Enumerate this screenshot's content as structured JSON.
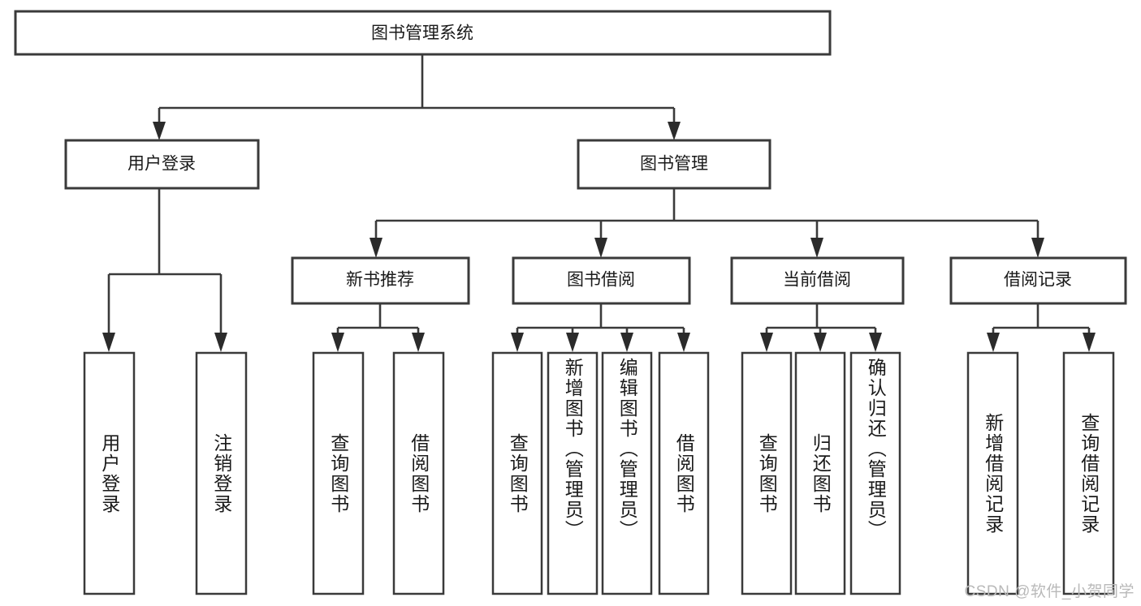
{
  "diagram": {
    "title": "图书管理系统",
    "type": "hierarchy-tree",
    "watermark": "CSDN @软件_小贺同学",
    "colors": {
      "box_stroke": "#3a3a3a",
      "box_fill": "#ffffff",
      "connector": "#3a3a3a",
      "text": "#1a1a1a",
      "watermark": "#b9b9b9",
      "background": "#ffffff"
    },
    "root": {
      "label": "图书管理系统"
    },
    "level2": [
      {
        "label": "用户登录"
      },
      {
        "label": "图书管理"
      }
    ],
    "level3": [
      {
        "label": "新书推荐"
      },
      {
        "label": "图书借阅"
      },
      {
        "label": "当前借阅"
      },
      {
        "label": "借阅记录"
      }
    ],
    "leaves": {
      "user_login": [
        {
          "label": "用户登录"
        },
        {
          "label": "注销登录"
        }
      ],
      "new_book": [
        {
          "label": "查询图书"
        },
        {
          "label": "借阅图书"
        }
      ],
      "book_borrow": [
        {
          "label": "查询图书"
        },
        {
          "label": "新增图书（管理员）"
        },
        {
          "label": "编辑图书（管理员）"
        },
        {
          "label": "借阅图书"
        }
      ],
      "current_borrow": [
        {
          "label": "查询图书"
        },
        {
          "label": "归还图书"
        },
        {
          "label": "确认归还（管理员）"
        }
      ],
      "borrow_record": [
        {
          "label": "新增借阅记录"
        },
        {
          "label": "查询借阅记录"
        }
      ]
    }
  }
}
